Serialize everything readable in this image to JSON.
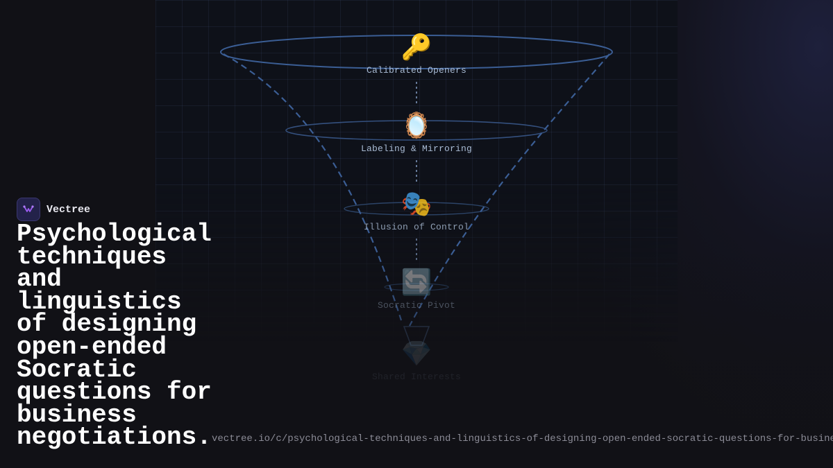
{
  "brand": {
    "name": "Vectree",
    "logo_icon": "vectree-logo-icon"
  },
  "title": "Psychological techniques and linguistics of designing open-ended Socratic questions for business negotiations.",
  "url": "vectree.io/c/psychological-techniques-and-linguistics-of-designing-open-ended-socratic-questions-for-business-negotiations",
  "funnel": {
    "stages": [
      {
        "emoji": "🔑",
        "icon": "key-icon",
        "label": "Calibrated Openers"
      },
      {
        "emoji": "🪞",
        "icon": "mirror-icon",
        "label": "Labeling & Mirroring"
      },
      {
        "emoji": "🎭",
        "icon": "theater-masks-icon",
        "label": "Illusion of Control"
      },
      {
        "emoji": "🔄",
        "icon": "cycle-arrows-icon",
        "label": "Socratic Pivot"
      },
      {
        "emoji": "💎",
        "icon": "gem-icon",
        "label": "Shared Interests"
      }
    ]
  },
  "colors": {
    "background": "#111116",
    "funnel_line": "#3b5e95",
    "label": "#a9bbd4",
    "title": "#ffffff",
    "url": "#8b8b96",
    "brand_accent": "#9b5cf0"
  }
}
